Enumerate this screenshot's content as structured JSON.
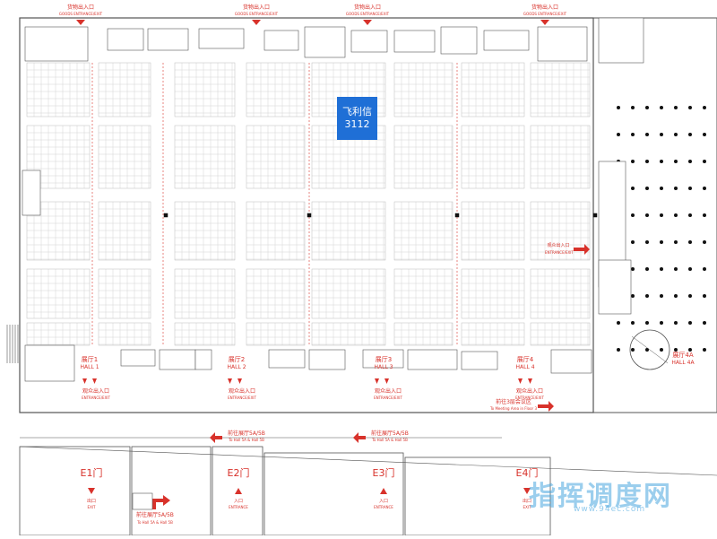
{
  "top_exits": [
    {
      "cn": "货物出入口",
      "en": "GOODS ENTRANCE/EXIT"
    },
    {
      "cn": "货物出入口",
      "en": "GOODS ENTRANCE/EXIT"
    },
    {
      "cn": "货物出入口",
      "en": "GOODS ENTRANCE/EXIT"
    },
    {
      "cn": "货物出入口",
      "en": "GOODS ENTRANCE/EXIT"
    }
  ],
  "booth": {
    "name": "飞利信",
    "number": "3112",
    "color": "#1f6fd6"
  },
  "halls": [
    {
      "cn": "展厅1",
      "en": "HALL 1"
    },
    {
      "cn": "展厅2",
      "en": "HALL 2"
    },
    {
      "cn": "展厅3",
      "en": "HALL 3"
    },
    {
      "cn": "展厅4",
      "en": "HALL 4"
    },
    {
      "cn": "展厅4A",
      "en": "HALL 4A"
    }
  ],
  "visitor_exits": [
    {
      "cn": "观众出入口",
      "en": "ENTRANCE/EXIT"
    },
    {
      "cn": "观众出入口",
      "en": "ENTRANCE/EXIT"
    },
    {
      "cn": "观众出入口",
      "en": "ENTRANCE/EXIT"
    },
    {
      "cn": "观众出入口",
      "en": "ENTRANCE/EXIT"
    }
  ],
  "side_exit": {
    "cn": "观众出入口",
    "en": "ENTRANCE/EXIT"
  },
  "meeting_label": {
    "cn": "前往3层会议区",
    "en": "To Meeting Area in Floor 3"
  },
  "to_hall_labels": [
    {
      "cn": "前往展厅5A/5B",
      "en": "To Hall 5A & Hall 5B"
    },
    {
      "cn": "前往展厅5A/5B",
      "en": "To Hall 5A & Hall 5B"
    },
    {
      "cn": "前往展厅5A/5B",
      "en": "To Hall 5A & Hall 5B"
    }
  ],
  "gates": [
    {
      "name": "E1门",
      "cn": "出口",
      "en": "EXIT"
    },
    {
      "name": "E2门",
      "cn": "入口",
      "en": "ENTRANCE"
    },
    {
      "name": "E3门",
      "cn": "入口",
      "en": "ENTRANCE"
    },
    {
      "name": "E4门",
      "cn": "出口",
      "en": "EXIT"
    }
  ],
  "watermark": {
    "text": "指挥调度网",
    "url": "www.94ec.com"
  },
  "colors": {
    "accent": "#d8322b",
    "booth": "#1f6fd6",
    "line": "#555555",
    "grid": "#bbbbbb"
  }
}
